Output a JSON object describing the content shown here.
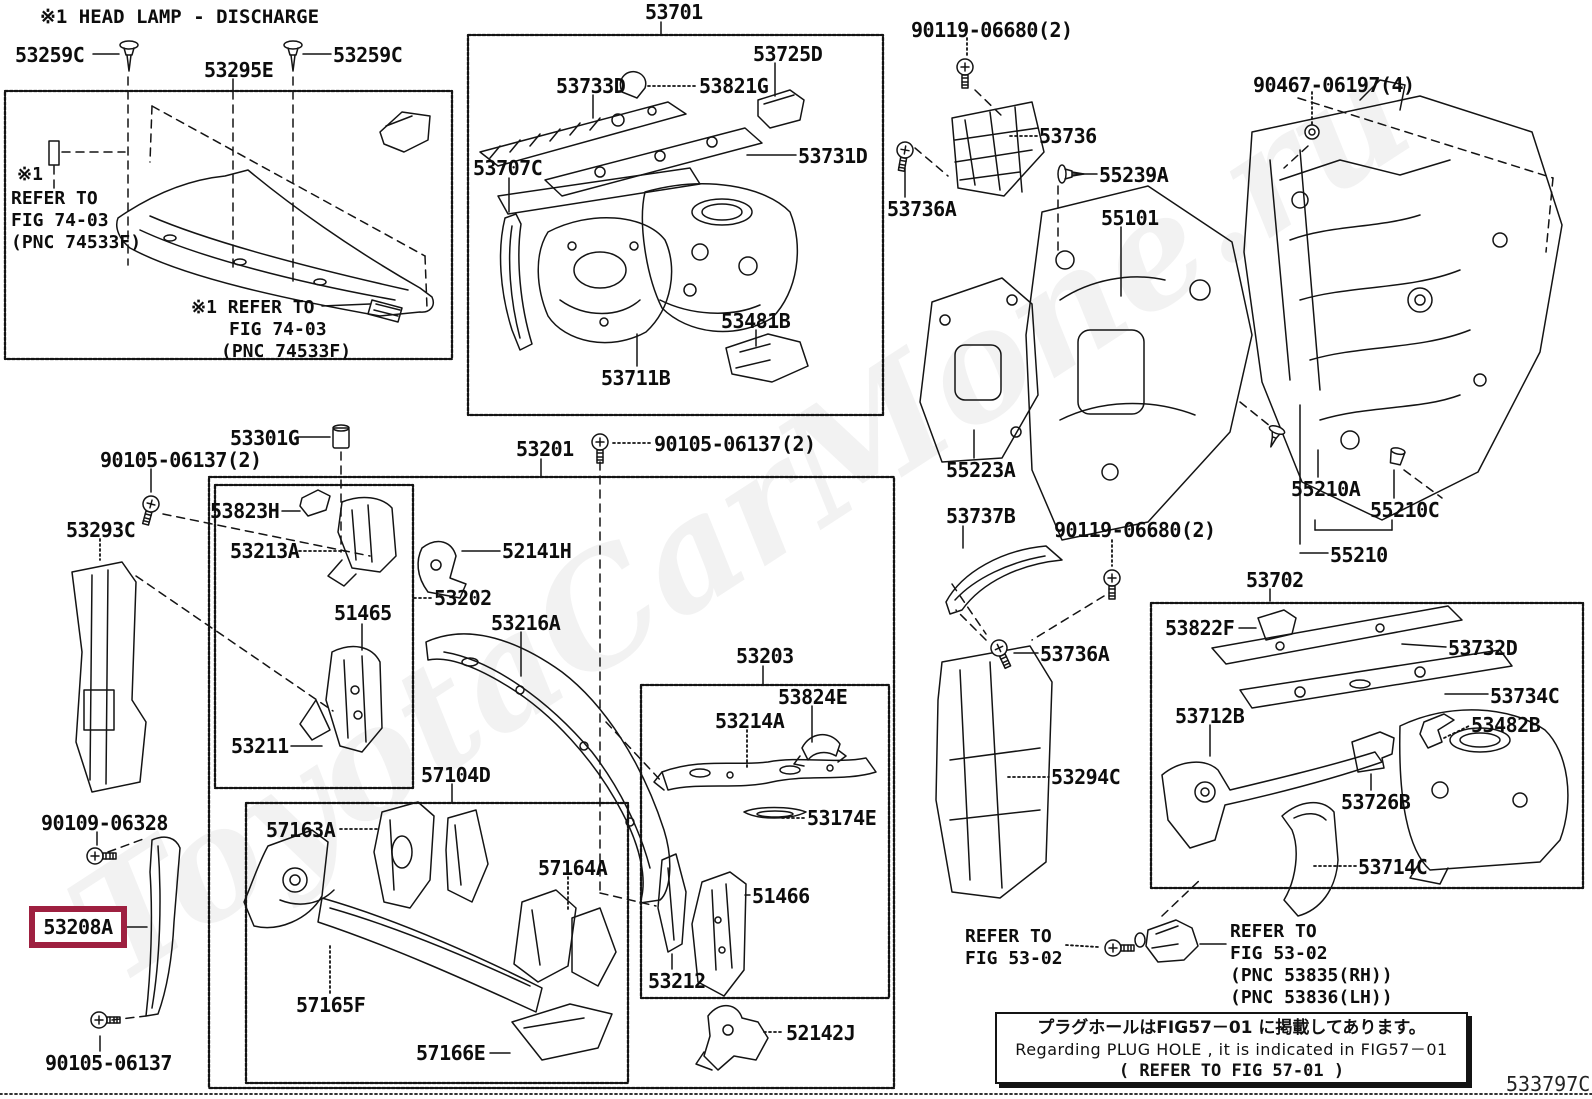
{
  "page": {
    "diagram_code": "533797C",
    "highlight_color": "#9e2040",
    "watermark": "ToyotaCarMone.ru"
  },
  "notes": {
    "headlamp": "※1 HEAD LAMP - DISCHARGE",
    "ref1_mark": "※1",
    "ref1_l1": "REFER TO",
    "ref1_l2": "FIG 74-03",
    "ref1_l3": "(PNC 74533F)",
    "ref2_l1": "※1 REFER TO",
    "ref2_l2": "FIG 74-03",
    "ref2_l3": "(PNC 74533F)",
    "ref53L_l1": "REFER TO",
    "ref53L_l2": "FIG 53-02",
    "ref53R_l1": "REFER TO",
    "ref53R_l2": "FIG 53-02",
    "ref53R_l3": "(PNC 53835(RH))",
    "ref53R_l4": "(PNC 53836(LH))",
    "plug_jp": "プラグホールはFIG57－01 に掲載してあります。",
    "plug_en": "Regarding  PLUG  HOLE , it  is  indicated  in  FIG57－01",
    "plug_rf": "(  REFER TO FIG 57-01 )"
  },
  "parts": {
    "c53259_a": "53259C",
    "c53295e": "53295E",
    "c53259_b": "53259C",
    "c53701": "53701",
    "c53725d": "53725D",
    "c53733d": "53733D",
    "c53821g": "53821G",
    "c53707c": "53707C",
    "c53731d": "53731D",
    "c53481b": "53481B",
    "c53711b": "53711B",
    "c90119_a": "90119-06680(2)",
    "c90467": "90467-06197(4)",
    "c53736": "53736",
    "c55239a": "55239A",
    "c55101": "55101",
    "c53736a_a": "53736A",
    "c55223a": "55223A",
    "c55210a": "55210A",
    "c55210c": "55210C",
    "c55210": "55210",
    "c53737b": "53737B",
    "c90119_b": "90119-06680(2)",
    "c53736a_b": "53736A",
    "c53294c": "53294C",
    "c53702": "53702",
    "c53822f": "53822F",
    "c53712b": "53712B",
    "c53732d": "53732D",
    "c53734c": "53734C",
    "c53482b": "53482B",
    "c53726b": "53726B",
    "c53714c": "53714C",
    "c53301g": "53301G",
    "c90105_a": "90105-06137(2)",
    "c53293c": "53293C",
    "c53201": "53201",
    "c90105_b": "90105-06137(2)",
    "c53823h": "53823H",
    "c53213a": "53213A",
    "c52141h": "52141H",
    "c53202": "53202",
    "c51465": "51465",
    "c53216a": "53216A",
    "c53211": "53211",
    "c57104d": "57104D",
    "c57163a": "57163A",
    "c57164a": "57164A",
    "c57165f": "57165F",
    "c57166e": "57166E",
    "c53203": "53203",
    "c53824e": "53824E",
    "c53214a": "53214A",
    "c53174e": "53174E",
    "c51466": "51466",
    "c53212": "53212",
    "c52142j": "52142J",
    "c90109": "90109-06328",
    "c53208a": "53208A",
    "c90105_c": "90105-06137"
  }
}
